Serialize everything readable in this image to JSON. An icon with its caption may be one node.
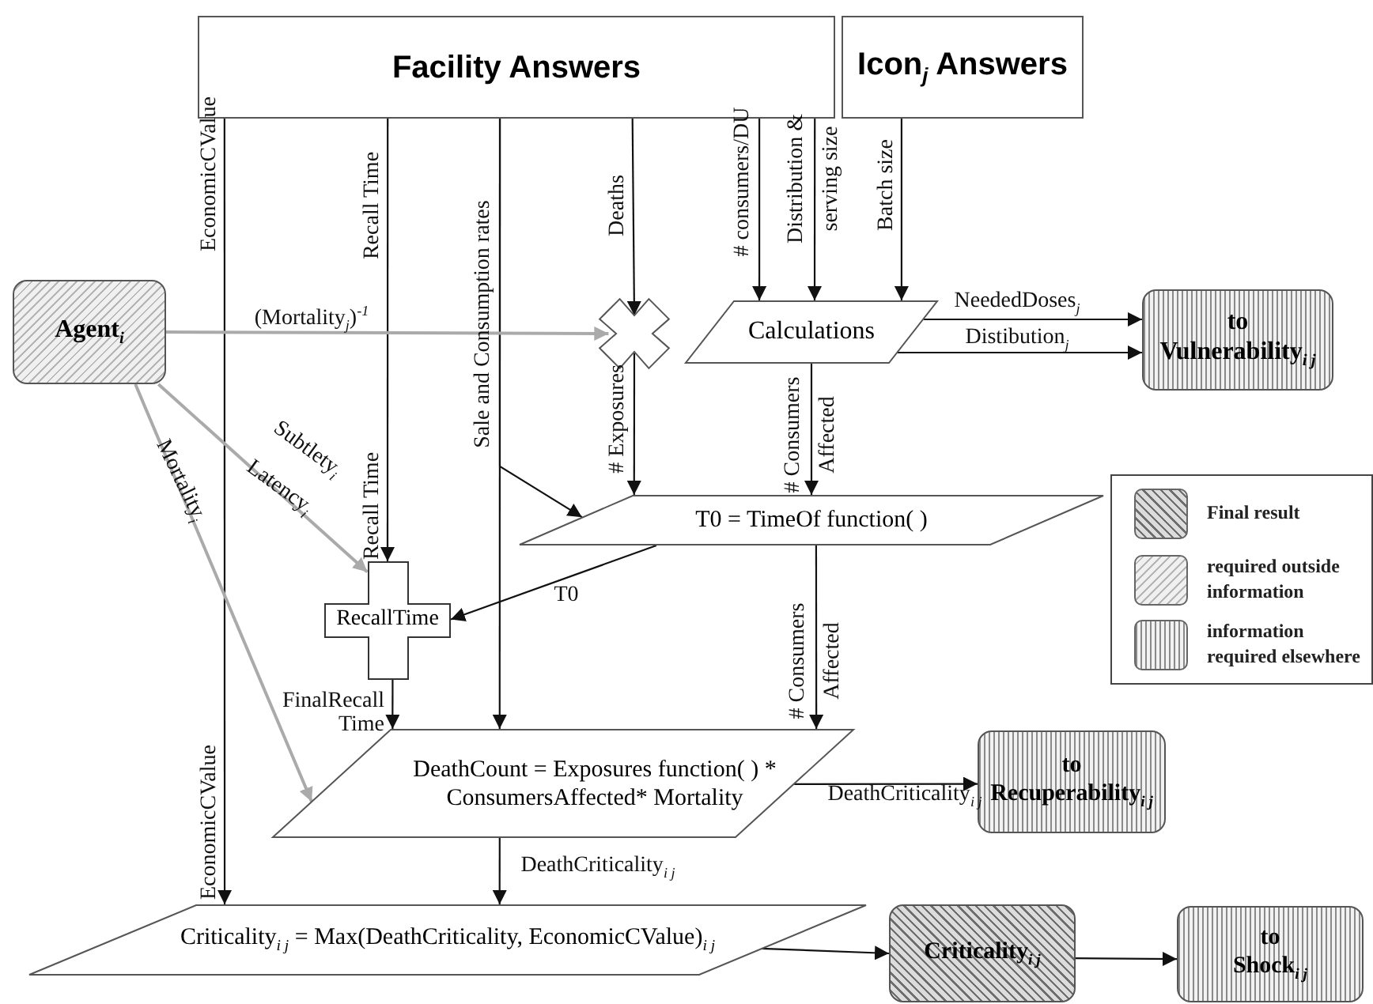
{
  "diagram": {
    "nodes": [
      {
        "text": [
          "Facility Answers"
        ]
      },
      {
        "text": [
          "Icon$_{j}$ Answers"
        ]
      },
      {
        "text": [
          "Agent$_{i}$"
        ]
      },
      {
        "text": [],
        "shape": "cross"
      },
      {
        "text": [
          "Calculations"
        ]
      },
      {
        "text": [
          "to Vulnerability$_{i j}$"
        ]
      },
      {
        "text": [
          "T0 = TimeOf function( )"
        ]
      },
      {
        "text": [
          "RecallTime"
        ]
      },
      {
        "text": [
          "DeathCount = Exposures function( ) * ConsumersAffected* Mortality"
        ]
      },
      {
        "text": [
          "to Recuperability$_{i j}$"
        ]
      },
      {
        "text": [
          "Criticality$_{i j}$ = Max(DeathCriticality, EconomicCValue)$_{i j}$"
        ]
      },
      {
        "text": [
          "Criticality$_{i j}$"
        ]
      },
      {
        "text": [
          "to Shock$_{i j}$"
        ]
      }
    ],
    "edges": [
      {
        "from": 0,
        "to": 10,
        "arrow": "to",
        "label": "EconomicCValue"
      },
      {
        "from": 0,
        "to": 7,
        "arrow": "to",
        "label": "Recall Time"
      },
      {
        "from": 0,
        "to": 8,
        "arrow": "to",
        "label": "Sale and Consumption rates"
      },
      {
        "from": 0,
        "to": 6,
        "arrow": "to"
      },
      {
        "from": 0,
        "to": 3,
        "arrow": "to",
        "label": "Deaths"
      },
      {
        "from": 0,
        "to": 4,
        "arrow": "to",
        "label": "# consumers/DU"
      },
      {
        "from": 0,
        "to": 4,
        "arrow": "to",
        "label": "Distribution & serving size"
      },
      {
        "from": 1,
        "to": 4,
        "arrow": "to",
        "label": "Batch size"
      },
      {
        "from": 2,
        "to": 3,
        "arrow": "to",
        "label": "(Mortality$_{j}$)$^{-1}$",
        "color": "#aaaaaa"
      },
      {
        "from": 2,
        "to": 7,
        "arrow": "to",
        "label": "Subtlety$_{i}$ Latency$_{i}$",
        "color": "#aaaaaa"
      },
      {
        "from": 2,
        "to": 8,
        "arrow": "to",
        "label": "Mortality$_{i}$",
        "color": "#aaaaaa"
      },
      {
        "from": 3,
        "to": 6,
        "arrow": "to",
        "label": "# Exposures"
      },
      {
        "from": 4,
        "to": 5,
        "arrow": "to",
        "label": "NeededDoses$_{j}$"
      },
      {
        "from": 4,
        "to": 5,
        "arrow": "to",
        "label": "Distibution$_{j}$"
      },
      {
        "from": 4,
        "to": 6,
        "arrow": "to",
        "label": "# Consumers Affected"
      },
      {
        "from": 6,
        "to": 7,
        "arrow": "to",
        "label": "T0"
      },
      {
        "from": 6,
        "to": 8,
        "arrow": "to",
        "label": "# Consumers Affected"
      },
      {
        "from": 7,
        "to": 8,
        "arrow": "to",
        "label": "FinalRecall Time"
      },
      {
        "from": 8,
        "to": 9,
        "arrow": "to",
        "label": "DeathCriticality$_{i j}$"
      },
      {
        "from": 8,
        "to": 10,
        "arrow": "to",
        "label": "DeathCriticality$_{i j}$"
      },
      {
        "from": 10,
        "to": 11,
        "arrow": "to"
      },
      {
        "from": 11,
        "to": 12,
        "arrow": "to"
      }
    ],
    "labels": [
      "EconomicCValue",
      "Recall Time"
    ],
    "legend": [
      {
        "text": "Final result"
      },
      {
        "text": "required outside information"
      },
      {
        "text": "information required elsewhere"
      }
    ]
  }
}
